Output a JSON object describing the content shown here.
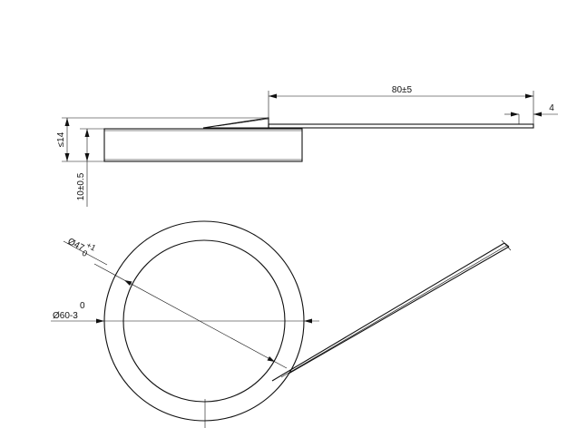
{
  "drawing": {
    "side_view": {
      "dim_length": "80±5",
      "dim_lead_width": "4",
      "dim_max_height": "≤14",
      "dim_body_height": "10±0.5"
    },
    "top_view": {
      "inner_dia_main": "Ø47",
      "inner_dia_tol_upper": "+1",
      "inner_dia_tol_lower": "0",
      "outer_dia_main": "Ø60-3",
      "outer_dia_tol_upper": "0"
    }
  }
}
